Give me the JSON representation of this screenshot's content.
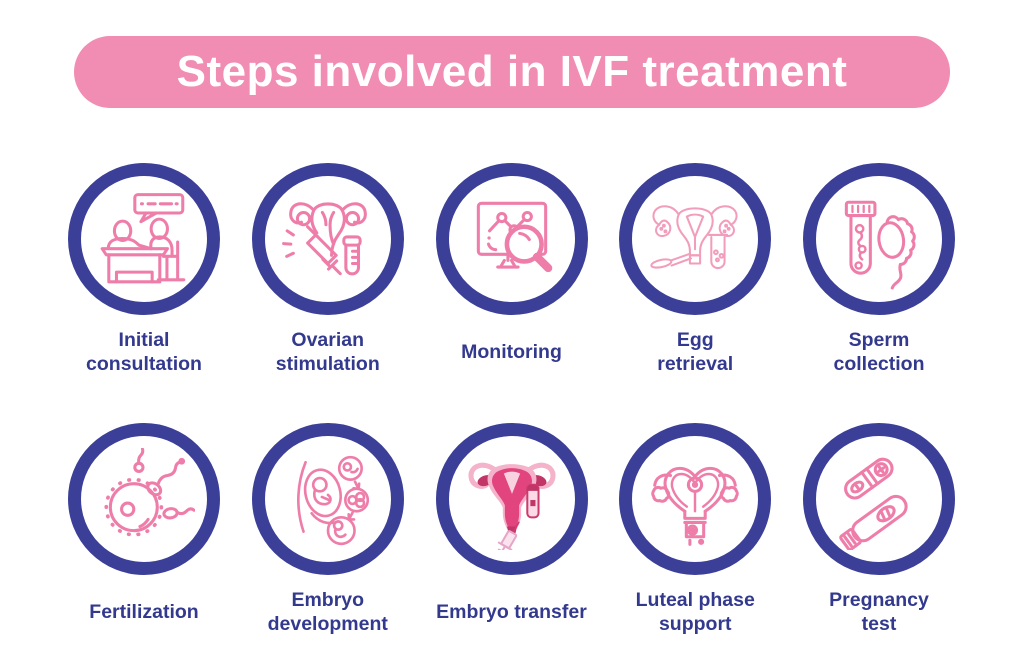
{
  "title": "Steps involved in IVF treatment",
  "colors": {
    "background": "#ffffff",
    "banner_bg": "#f18cb2",
    "banner_text": "#ffffff",
    "ring": "#3b3f98",
    "icon_pink": "#ee7ea9",
    "icon_pink_light": "#f29dbb",
    "label_text": "#333a8e",
    "transfer_light": "#f4b3ca",
    "transfer_mid": "#e2447e",
    "transfer_deep": "#c13567",
    "transfer_pale": "#f9d2e0"
  },
  "steps": [
    {
      "label": "Initial\nconsultation",
      "icon": "consultation-icon"
    },
    {
      "label": "Ovarian\nstimulation",
      "icon": "ovarian-stimulation-icon"
    },
    {
      "label": "Monitoring",
      "icon": "monitoring-icon"
    },
    {
      "label": "Egg\nretrieval",
      "icon": "egg-retrieval-icon"
    },
    {
      "label": "Sperm\ncollection",
      "icon": "sperm-collection-icon"
    },
    {
      "label": "Fertilization",
      "icon": "fertilization-icon"
    },
    {
      "label": "Embryo\ndevelopment",
      "icon": "embryo-development-icon"
    },
    {
      "label": "Embryo transfer",
      "icon": "embryo-transfer-icon"
    },
    {
      "label": "Luteal phase\nsupport",
      "icon": "luteal-phase-support-icon"
    },
    {
      "label": "Pregnancy\ntest",
      "icon": "pregnancy-test-icon"
    }
  ]
}
